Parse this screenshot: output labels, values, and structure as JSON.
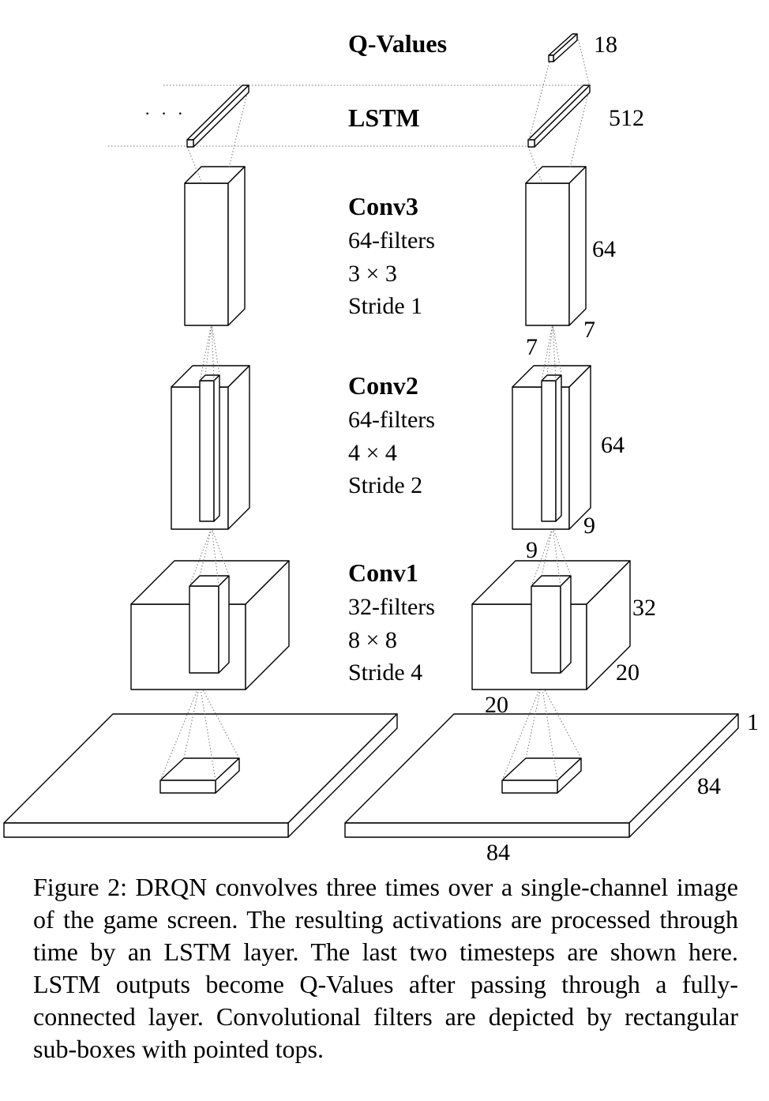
{
  "layers": {
    "qvalues": {
      "name": "Q-Values",
      "size": "18"
    },
    "lstm": {
      "name": "LSTM",
      "size": "512",
      "ellipsis": "· · ·"
    },
    "conv3": {
      "name": "Conv3",
      "filters": "64-filters",
      "kernel": "3 × 3",
      "stride": "Stride 1",
      "depth_label": "64",
      "width_label": "7",
      "height_label": "7"
    },
    "conv2": {
      "name": "Conv2",
      "filters": "64-filters",
      "kernel": "4 × 4",
      "stride": "Stride 2",
      "depth_label": "64",
      "width_label": "9",
      "height_label": "9"
    },
    "conv1": {
      "name": "Conv1",
      "filters": "32-filters",
      "kernel": "8 × 8",
      "stride": "Stride 4",
      "depth_label": "32",
      "width_label": "20",
      "height_label": "20"
    },
    "input": {
      "channels_label": "1",
      "width_label": "84",
      "height_label": "84"
    }
  },
  "caption": "Figure 2: DRQN convolves three times over a single-channel image of the game screen. The resulting activations are processed through time by an LSTM layer. The last two timesteps are shown here. LSTM outputs become Q-Values after passing through a fully-connected layer. Convolutional filters are depicted by rectangular sub-boxes with pointed tops."
}
